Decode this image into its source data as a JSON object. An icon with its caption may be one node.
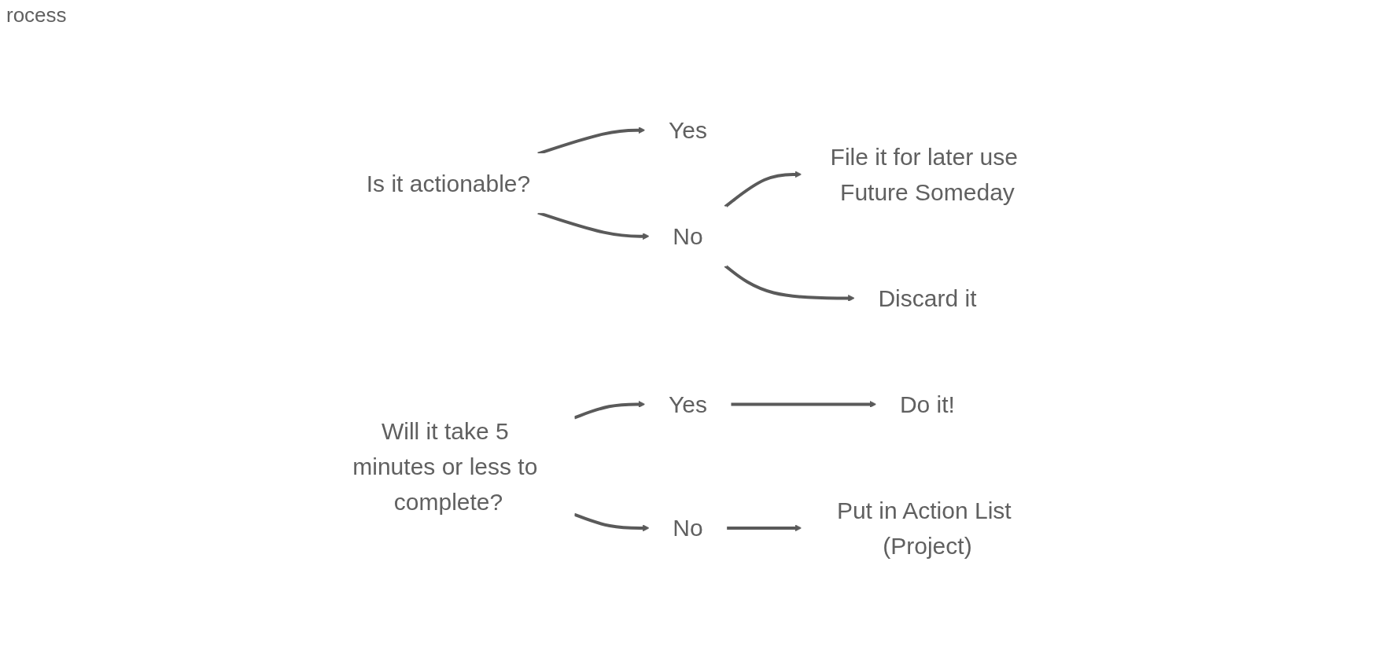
{
  "diagram": {
    "nodes": [
      {
        "text": [
          "Is it actionable?"
        ]
      },
      {
        "text": [
          "Yes"
        ]
      },
      {
        "text": [
          "No"
        ]
      },
      {
        "text": [
          "Will it take 5 minutes or less to complete?"
        ]
      },
      {
        "text": [
          "Yes"
        ]
      },
      {
        "text": [
          "No"
        ]
      },
      {
        "text": [
          "Do it!"
        ]
      },
      {
        "text": [
          "Put in Action List (Project)"
        ]
      },
      {
        "text": [
          "File it for later use Future Someday"
        ]
      },
      {
        "text": [
          "Discard it"
        ]
      }
    ],
    "edges": [
      {
        "from": 0,
        "to": 1,
        "arrow": "to"
      },
      {
        "from": 0,
        "to": 2,
        "arrow": "to"
      },
      {
        "from": 3,
        "to": 4,
        "arrow": "to"
      },
      {
        "from": 3,
        "to": 5,
        "arrow": "to"
      },
      {
        "from": 4,
        "to": 6,
        "arrow": "to"
      },
      {
        "from": 5,
        "to": 7,
        "arrow": "to"
      },
      {
        "from": 2,
        "to": 8,
        "arrow": "to"
      },
      {
        "from": 2,
        "to": 9,
        "arrow": "to"
      }
    ],
    "labels": [
      "rocess"
    ]
  }
}
